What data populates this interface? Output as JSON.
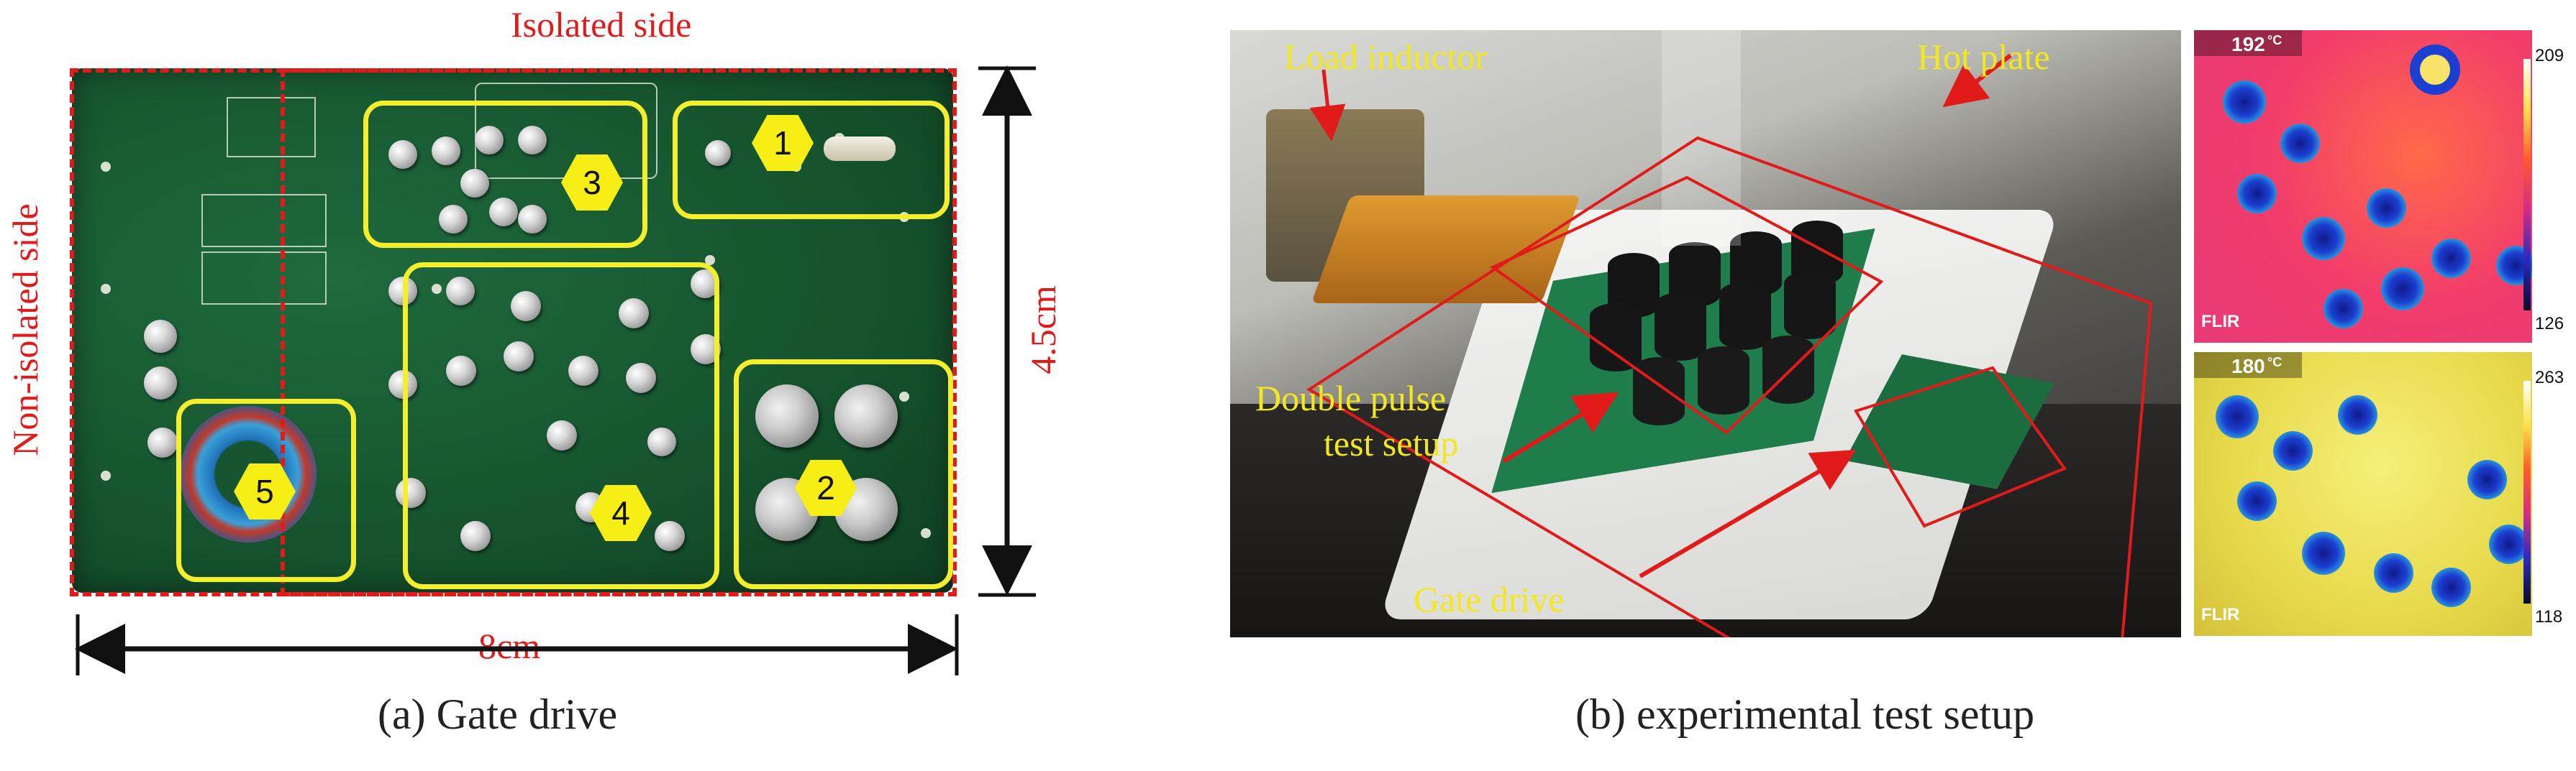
{
  "panel_a": {
    "isolated_label": "Isolated side",
    "non_isolated_label": "Non-isolated side",
    "height_label": "4.5cm",
    "width_label": "8cm",
    "markers": [
      "1",
      "2",
      "3",
      "4",
      "5"
    ],
    "caption": "(a) Gate drive"
  },
  "panel_b": {
    "labels": {
      "load_inductor": "Load inductor",
      "hot_plate": "Hot plate",
      "double_pulse_line1": "Double pulse",
      "double_pulse_line2": "test setup",
      "gate_drive": "Gate drive"
    },
    "thermal_top": {
      "max": "192",
      "unit": "°C",
      "scale_high": "209",
      "scale_low": "126",
      "logo": "FLIR"
    },
    "thermal_bottom": {
      "max": "180",
      "unit": "°C",
      "scale_high": "263",
      "scale_low": "118",
      "logo": "FLIR"
    },
    "caption": "(b) experimental test setup"
  },
  "colors": {
    "annotation_red": "#e11a1a",
    "highlight_yellow": "#f4ee2c",
    "pcb_green": "#16552f"
  }
}
